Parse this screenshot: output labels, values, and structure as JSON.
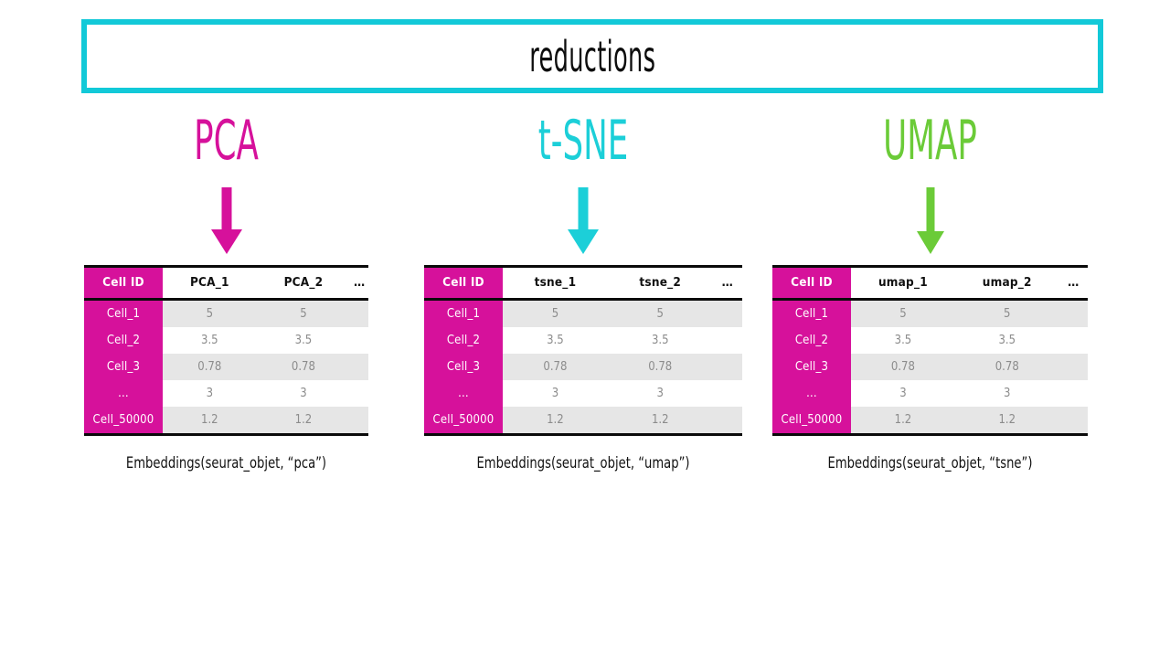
{
  "banner": {
    "title": "reductions",
    "border_color": "#12c9d8"
  },
  "colors": {
    "pca": "#d6119b",
    "tsne": "#1ccfd8",
    "umap": "#6bcb38",
    "table_header_fill": "#d6119b",
    "row_shaded": "#e6e6e6",
    "rule": "#0a0a0a",
    "value_text": "#8c8c8c"
  },
  "columns": [
    {
      "id": "pca",
      "heading": "PCA",
      "arrow_color": "#d6119b",
      "caption": "Embeddings(seurat_objet, “pca”)",
      "table": {
        "headers": [
          "Cell ID",
          "PCA_1",
          "PCA_2",
          "…"
        ],
        "rows": [
          {
            "id": "Cell_1",
            "values": [
              "5",
              "5",
              ""
            ]
          },
          {
            "id": "Cell_2",
            "values": [
              "3.5",
              "3.5",
              ""
            ]
          },
          {
            "id": "Cell_3",
            "values": [
              "0.78",
              "0.78",
              ""
            ]
          },
          {
            "id": "…",
            "values": [
              "3",
              "3",
              ""
            ]
          },
          {
            "id": "Cell_50000",
            "values": [
              "1.2",
              "1.2",
              ""
            ]
          }
        ]
      }
    },
    {
      "id": "tsne",
      "heading": "t-SNE",
      "arrow_color": "#1ccfd8",
      "caption": "Embeddings(seurat_objet, “umap”)",
      "table": {
        "headers": [
          "Cell ID",
          "tsne_1",
          "tsne_2",
          "…"
        ],
        "rows": [
          {
            "id": "Cell_1",
            "values": [
              "5",
              "5",
              ""
            ]
          },
          {
            "id": "Cell_2",
            "values": [
              "3.5",
              "3.5",
              ""
            ]
          },
          {
            "id": "Cell_3",
            "values": [
              "0.78",
              "0.78",
              ""
            ]
          },
          {
            "id": "…",
            "values": [
              "3",
              "3",
              ""
            ]
          },
          {
            "id": "Cell_50000",
            "values": [
              "1.2",
              "1.2",
              ""
            ]
          }
        ]
      }
    },
    {
      "id": "umap",
      "heading": "UMAP",
      "arrow_color": "#6bcb38",
      "caption": "Embeddings(seurat_objet, “tsne”)",
      "table": {
        "headers": [
          "Cell ID",
          "umap_1",
          "umap_2",
          "…"
        ],
        "rows": [
          {
            "id": "Cell_1",
            "values": [
              "5",
              "5",
              ""
            ]
          },
          {
            "id": "Cell_2",
            "values": [
              "3.5",
              "3.5",
              ""
            ]
          },
          {
            "id": "Cell_3",
            "values": [
              "0.78",
              "0.78",
              ""
            ]
          },
          {
            "id": "…",
            "values": [
              "3",
              "3",
              ""
            ]
          },
          {
            "id": "Cell_50000",
            "values": [
              "1.2",
              "1.2",
              ""
            ]
          }
        ]
      }
    }
  ]
}
